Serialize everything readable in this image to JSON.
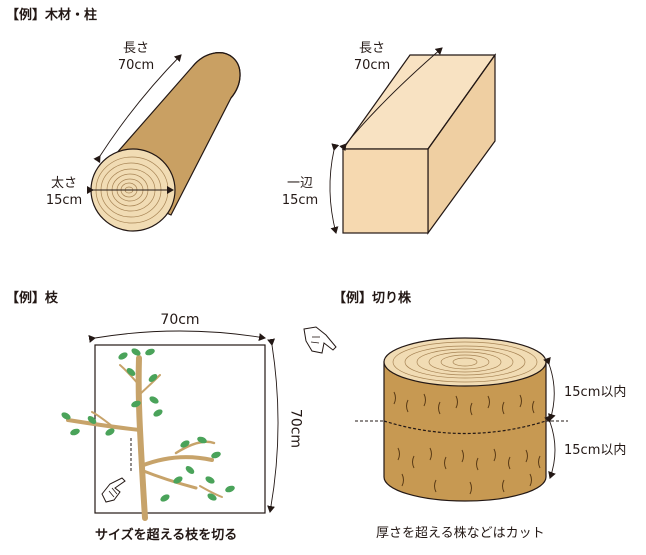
{
  "headings": {
    "wood": "【例】木材・柱",
    "branch": "【例】枝",
    "stump": "【例】切り株"
  },
  "log": {
    "length_label": "長さ",
    "length_value": "70cm",
    "diameter_label": "太さ",
    "diameter_value": "15cm"
  },
  "beam": {
    "length_label": "長さ",
    "length_value": "70cm",
    "side_label": "一辺",
    "side_value": "15cm"
  },
  "branch": {
    "width_value": "70cm",
    "height_value": "70cm",
    "caption": "サイズを超える枝を切る"
  },
  "stump": {
    "upper_value": "15cm以内",
    "lower_value": "15cm以内",
    "caption": "厚さを超える株などはカット"
  },
  "colors": {
    "log_body": "#c9a063",
    "log_face": "#f1dcb4",
    "beam_front": "#f6d9b0",
    "beam_top": "#f8e2c2",
    "beam_side": "#efcfa2",
    "bark": "#c79952",
    "branch": "#c7a36a",
    "leaf": "#4aa35a",
    "line": "#231815"
  }
}
